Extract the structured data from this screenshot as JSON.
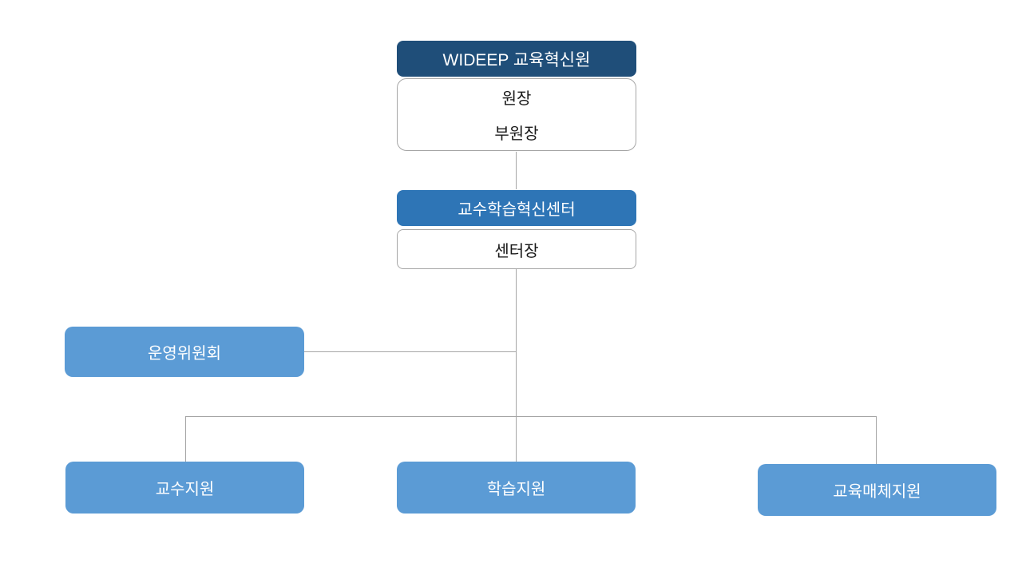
{
  "diagram": {
    "type": "org-chart",
    "colors": {
      "dark-blue": "#1f4e79",
      "mid-blue": "#2e75b6",
      "light-blue": "#5b9bd5",
      "line-gray": "#a6a6a6",
      "border-gray": "#a6a6a6",
      "text-light": "#ffffff",
      "text-dark": "#1a1a1a"
    },
    "nodes": {
      "root": {
        "label": "WIDEEP 교육혁신원"
      },
      "root_detail": {
        "line1": "원장",
        "line2": "부원장"
      },
      "center": {
        "label": "교수학습혁신센터"
      },
      "center_detail": {
        "label": "센터장"
      },
      "committee": {
        "label": "운영위원회"
      },
      "dept_teaching": {
        "label": "교수지원"
      },
      "dept_learning": {
        "label": "학습지원"
      },
      "dept_media": {
        "label": "교육매체지원"
      }
    },
    "edges": [
      "root_detail -> center",
      "center_detail -> committee",
      "center_detail -> dept_teaching",
      "center_detail -> dept_learning",
      "center_detail -> dept_media"
    ]
  }
}
